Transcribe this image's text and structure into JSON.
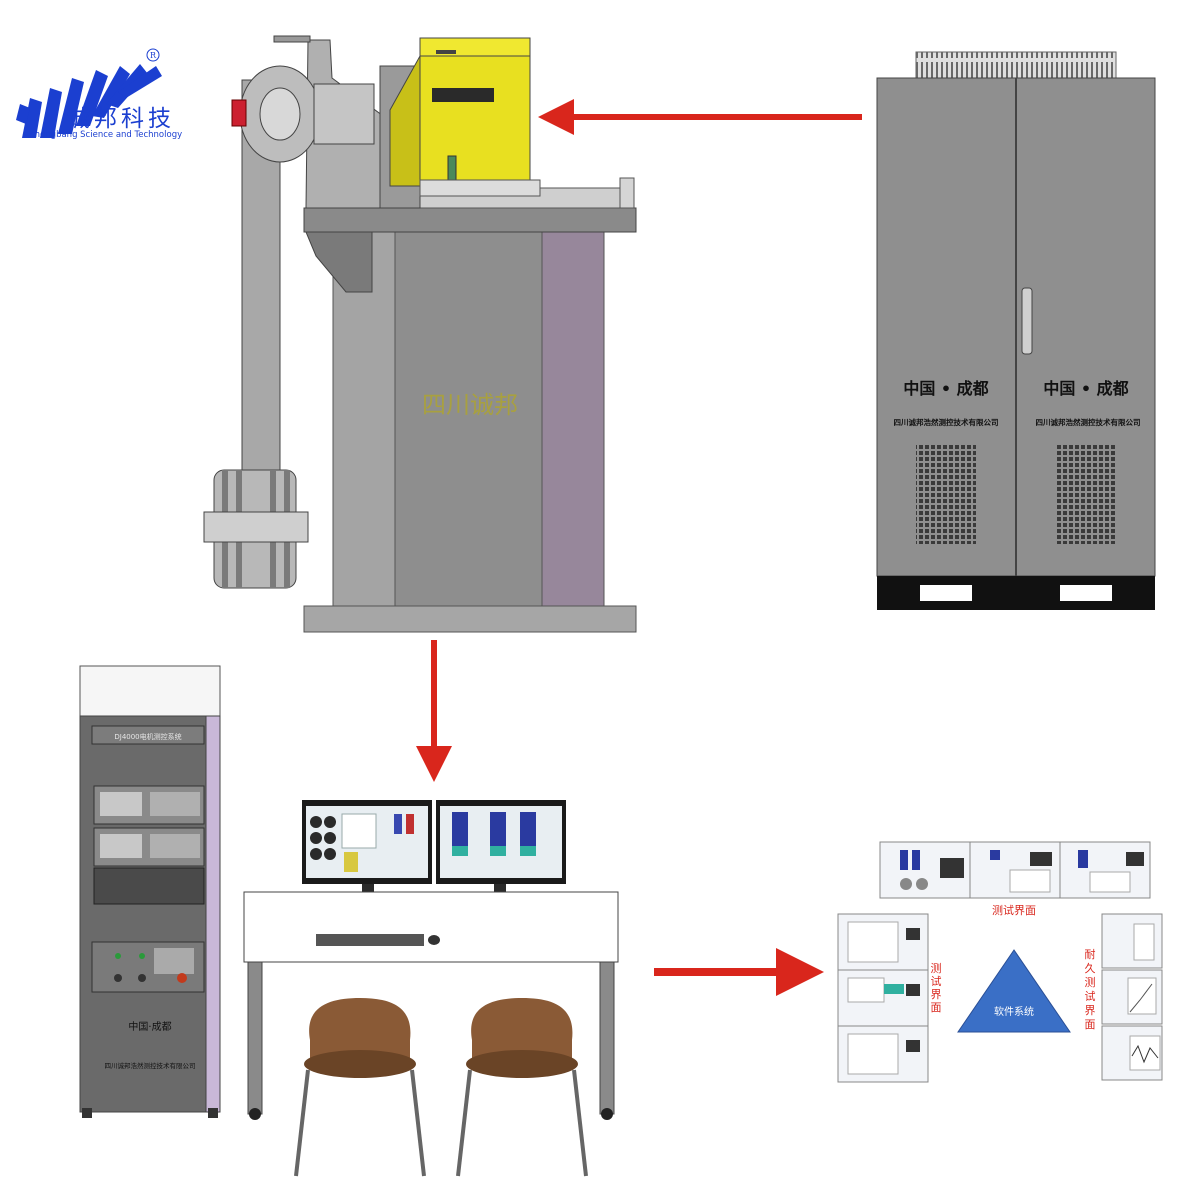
{
  "logo": {
    "name_cn": "诚邦科技",
    "name_en": "chengbang Science and Technology",
    "registered_mark": "R"
  },
  "test_bench": {
    "base_label": "四川诚邦"
  },
  "power_cabinet": {
    "left_door_title": "中国 • 成都",
    "left_door_company": "四川诚邦浩然测控技术有限公司",
    "right_door_title": "中国 • 成都",
    "right_door_company": "四川诚邦浩然测控技术有限公司"
  },
  "control_rack": {
    "header_label": "DJ4000电机测控系统",
    "location_label": "中国·成都",
    "company_label": "四川诚邦浩然测控技术有限公司"
  },
  "software": {
    "top_label": "测试界面",
    "left_label": "测试界面",
    "right_label": "耐久测试界面",
    "center_label": "软件系统"
  },
  "colors": {
    "arrow": "#d9261c",
    "logo_blue": "#1b3fd0",
    "cabinet_gray": "#8f8f8f",
    "motor_yellow": "#e8e020",
    "rack_purple": "#c9b8d8",
    "triangle_blue": "#3a6fc6"
  }
}
